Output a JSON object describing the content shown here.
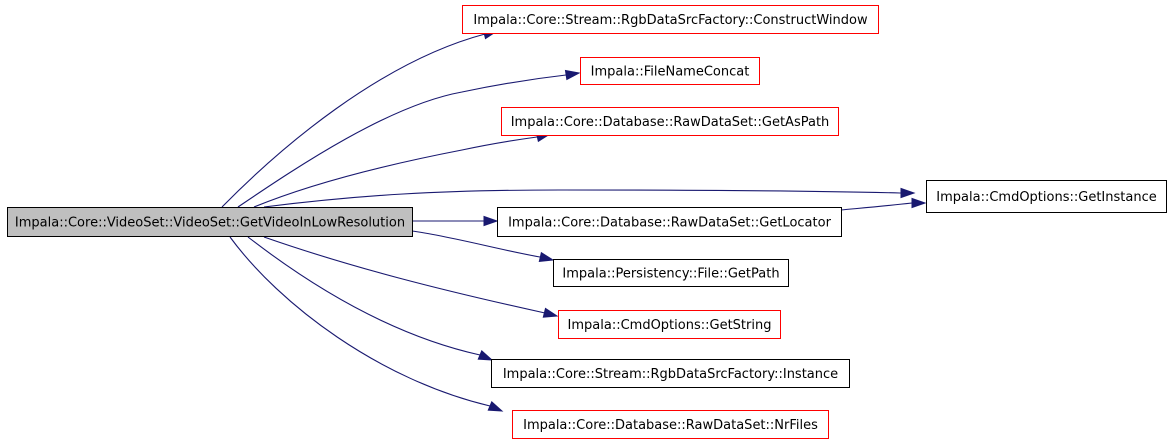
{
  "colors": {
    "edge": "#191970",
    "root_fill": "#bfbfbf",
    "node_fill": "#ffffff",
    "border_default": "#000000",
    "border_truncated": "#ff0000"
  },
  "root": {
    "id": "root",
    "label": "Impala::Core::VideoSet::VideoSet::GetVideoInLowResolution"
  },
  "nodes": [
    {
      "id": "construct-window",
      "label": "Impala::Core::Stream::RgbDataSrcFactory::ConstructWindow",
      "border": "red"
    },
    {
      "id": "file-name-concat",
      "label": "Impala::FileNameConcat",
      "border": "red"
    },
    {
      "id": "get-as-path",
      "label": "Impala::Core::Database::RawDataSet::GetAsPath",
      "border": "red"
    },
    {
      "id": "get-instance",
      "label": "Impala::CmdOptions::GetInstance",
      "border": "black"
    },
    {
      "id": "get-locator",
      "label": "Impala::Core::Database::RawDataSet::GetLocator",
      "border": "black"
    },
    {
      "id": "get-path",
      "label": "Impala::Persistency::File::GetPath",
      "border": "black"
    },
    {
      "id": "get-string",
      "label": "Impala::CmdOptions::GetString",
      "border": "red"
    },
    {
      "id": "instance",
      "label": "Impala::Core::Stream::RgbDataSrcFactory::Instance",
      "border": "black"
    },
    {
      "id": "nr-files",
      "label": "Impala::Core::Database::RawDataSet::NrFiles",
      "border": "red"
    }
  ],
  "edges": [
    {
      "from": "root",
      "to": "construct-window"
    },
    {
      "from": "root",
      "to": "file-name-concat"
    },
    {
      "from": "root",
      "to": "get-as-path"
    },
    {
      "from": "root",
      "to": "get-instance"
    },
    {
      "from": "root",
      "to": "get-locator"
    },
    {
      "from": "root",
      "to": "get-path"
    },
    {
      "from": "root",
      "to": "get-string"
    },
    {
      "from": "root",
      "to": "instance"
    },
    {
      "from": "root",
      "to": "nr-files"
    },
    {
      "from": "get-locator",
      "to": "get-instance"
    }
  ]
}
